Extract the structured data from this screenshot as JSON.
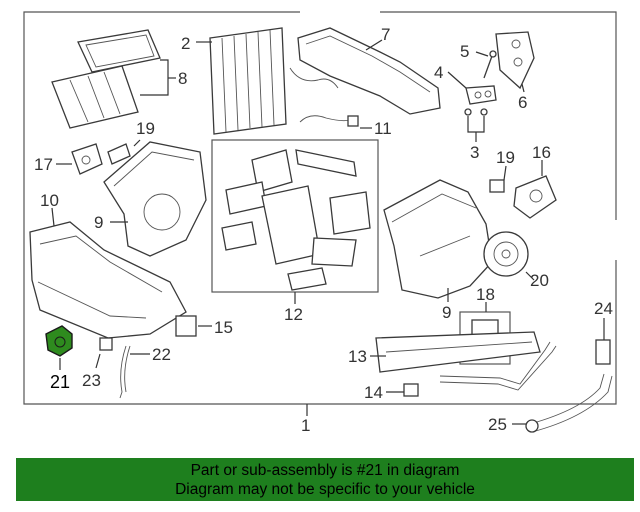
{
  "callouts": [
    {
      "id": "1",
      "text": "1"
    },
    {
      "id": "2",
      "text": "2"
    },
    {
      "id": "3",
      "text": "3"
    },
    {
      "id": "4",
      "text": "4"
    },
    {
      "id": "5",
      "text": "5"
    },
    {
      "id": "6",
      "text": "6"
    },
    {
      "id": "7",
      "text": "7"
    },
    {
      "id": "8",
      "text": "8"
    },
    {
      "id": "9a",
      "text": "9"
    },
    {
      "id": "9b",
      "text": "9"
    },
    {
      "id": "10",
      "text": "10"
    },
    {
      "id": "11",
      "text": "11"
    },
    {
      "id": "12",
      "text": "12"
    },
    {
      "id": "13",
      "text": "13"
    },
    {
      "id": "14",
      "text": "14"
    },
    {
      "id": "15",
      "text": "15"
    },
    {
      "id": "16",
      "text": "16"
    },
    {
      "id": "17",
      "text": "17"
    },
    {
      "id": "18",
      "text": "18"
    },
    {
      "id": "19a",
      "text": "19"
    },
    {
      "id": "19b",
      "text": "19"
    },
    {
      "id": "20",
      "text": "20"
    },
    {
      "id": "21",
      "text": "21"
    },
    {
      "id": "22",
      "text": "22"
    },
    {
      "id": "23",
      "text": "23"
    },
    {
      "id": "24",
      "text": "24"
    },
    {
      "id": "25",
      "text": "25"
    }
  ],
  "banner": {
    "line1": "Part or sub-assembly is #21 in diagram",
    "line2": "Diagram may not be specific to your vehicle"
  },
  "colors": {
    "banner_bg": "#1e7f1e",
    "highlight_part": "#2e8b1e"
  }
}
